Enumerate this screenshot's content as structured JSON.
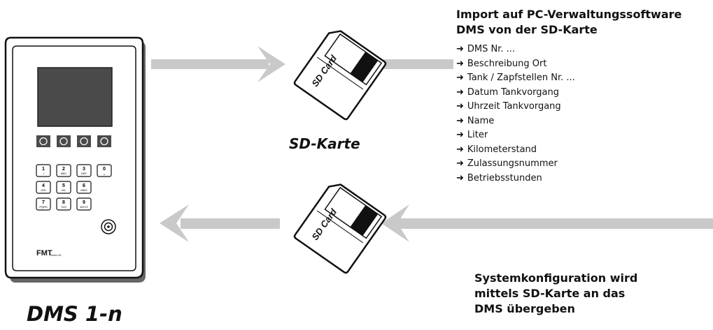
{
  "device": {
    "label": "DMS 1-n",
    "brand": "FMT",
    "brand_sub": "Series 4G",
    "keypad": [
      {
        "digit": "1",
        "letters": "-/"
      },
      {
        "digit": "2",
        "letters": "ABC"
      },
      {
        "digit": "3",
        "letters": "DEF"
      },
      {
        "digit": "0",
        "letters": "␣"
      },
      {
        "digit": "4",
        "letters": "GHI"
      },
      {
        "digit": "5",
        "letters": "JKL"
      },
      {
        "digit": "6",
        "letters": "MNO"
      },
      {
        "digit": "7",
        "letters": "PQRS"
      },
      {
        "digit": "8",
        "letters": "TUV"
      },
      {
        "digit": "9",
        "letters": "WXYZ"
      }
    ]
  },
  "sd_card": {
    "label": "SD Card",
    "caption": "SD-Karte"
  },
  "import_block": {
    "heading_line1": "Import auf PC-Verwaltungssoftware",
    "heading_line2": "DMS von der SD-Karte",
    "arrow_glyph": "➜",
    "items": [
      "DMS Nr. ...",
      "Beschreibung Ort",
      "Tank / Zapfstellen Nr. ...",
      "Datum Tankvorgang",
      "Uhrzeit Tankvorgang",
      "Name",
      "Liter",
      "Kilometerstand",
      "Zulassungsnummer",
      "Betriebsstunden"
    ]
  },
  "config_block": {
    "line1": "Systemkonfiguration wird",
    "line2": "mittels SD-Karte an das",
    "line3": "DMS übergeben"
  },
  "colors": {
    "arrow": "#c9c9c9",
    "outline": "#111111",
    "card_stripe": "#111111",
    "device_shadow": "#555555"
  }
}
